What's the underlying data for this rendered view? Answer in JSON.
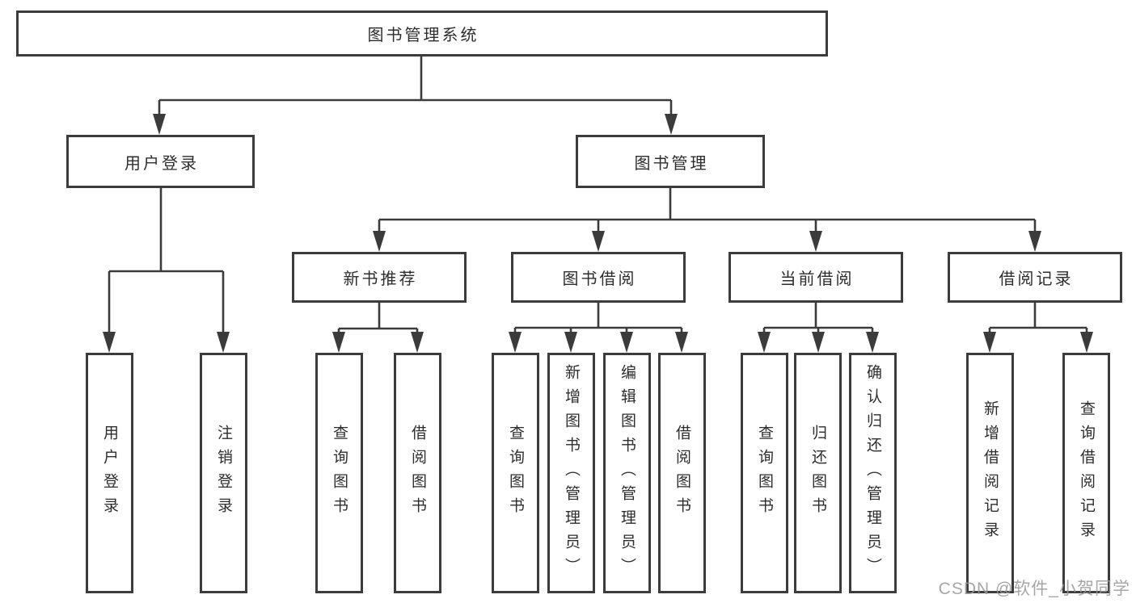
{
  "diagram": {
    "root": {
      "label": "图书管理系统"
    },
    "branches": [
      {
        "label": "用户登录",
        "children": [
          {
            "label": "用户登录"
          },
          {
            "label": "注销登录"
          }
        ]
      },
      {
        "label": "图书管理",
        "children": [
          {
            "label": "新书推荐",
            "children": [
              {
                "label": "查询图书"
              },
              {
                "label": "借阅图书"
              }
            ]
          },
          {
            "label": "图书借阅",
            "children": [
              {
                "label": "查询图书"
              },
              {
                "label": "新增图书（管理员）"
              },
              {
                "label": "编辑图书（管理员）"
              },
              {
                "label": "借阅图书"
              }
            ]
          },
          {
            "label": "当前借阅",
            "children": [
              {
                "label": "查询图书"
              },
              {
                "label": "归还图书"
              },
              {
                "label": "确认归还（管理员）"
              }
            ]
          },
          {
            "label": "借阅记录",
            "children": [
              {
                "label": "新增借阅记录"
              },
              {
                "label": "查询借阅记录"
              }
            ]
          }
        ]
      }
    ]
  },
  "watermark": {
    "text": "CSDN @软件_小贺同学"
  },
  "colors": {
    "line": "#3b3b3b",
    "box_border": "#3c3c3c",
    "text": "#2d2d2d",
    "background": "#ffffff",
    "watermark": "#969696"
  }
}
